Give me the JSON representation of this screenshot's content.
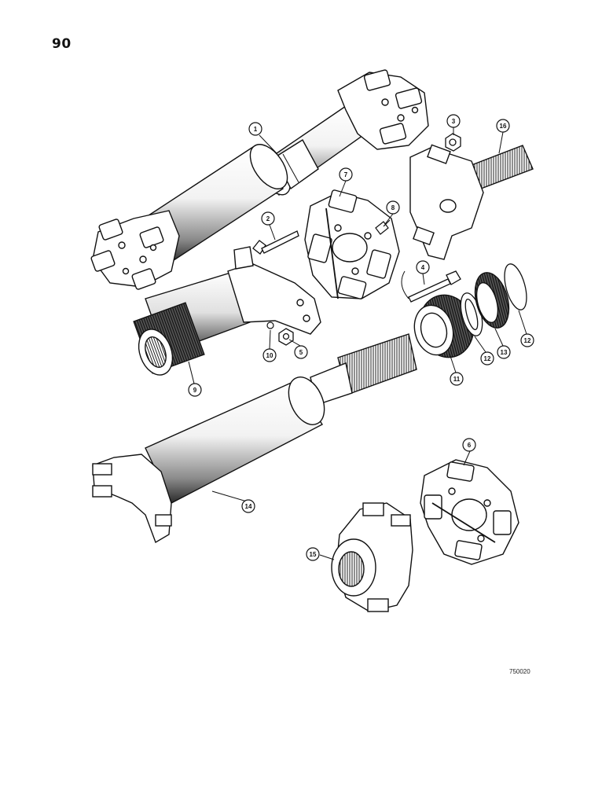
{
  "page": {
    "number": "90",
    "drawing_code": "750020"
  },
  "parts": [
    {
      "callout": "1"
    },
    {
      "callout": "2"
    },
    {
      "callout": "3"
    },
    {
      "callout": "4"
    },
    {
      "callout": "5"
    },
    {
      "callout": "6"
    },
    {
      "callout": "7"
    },
    {
      "callout": "8"
    },
    {
      "callout": "9"
    },
    {
      "callout": "10"
    },
    {
      "callout": "11"
    },
    {
      "callout": "12"
    },
    {
      "callout": "12"
    },
    {
      "callout": "13"
    },
    {
      "callout": "14"
    },
    {
      "callout": "15"
    },
    {
      "callout": "16"
    }
  ]
}
